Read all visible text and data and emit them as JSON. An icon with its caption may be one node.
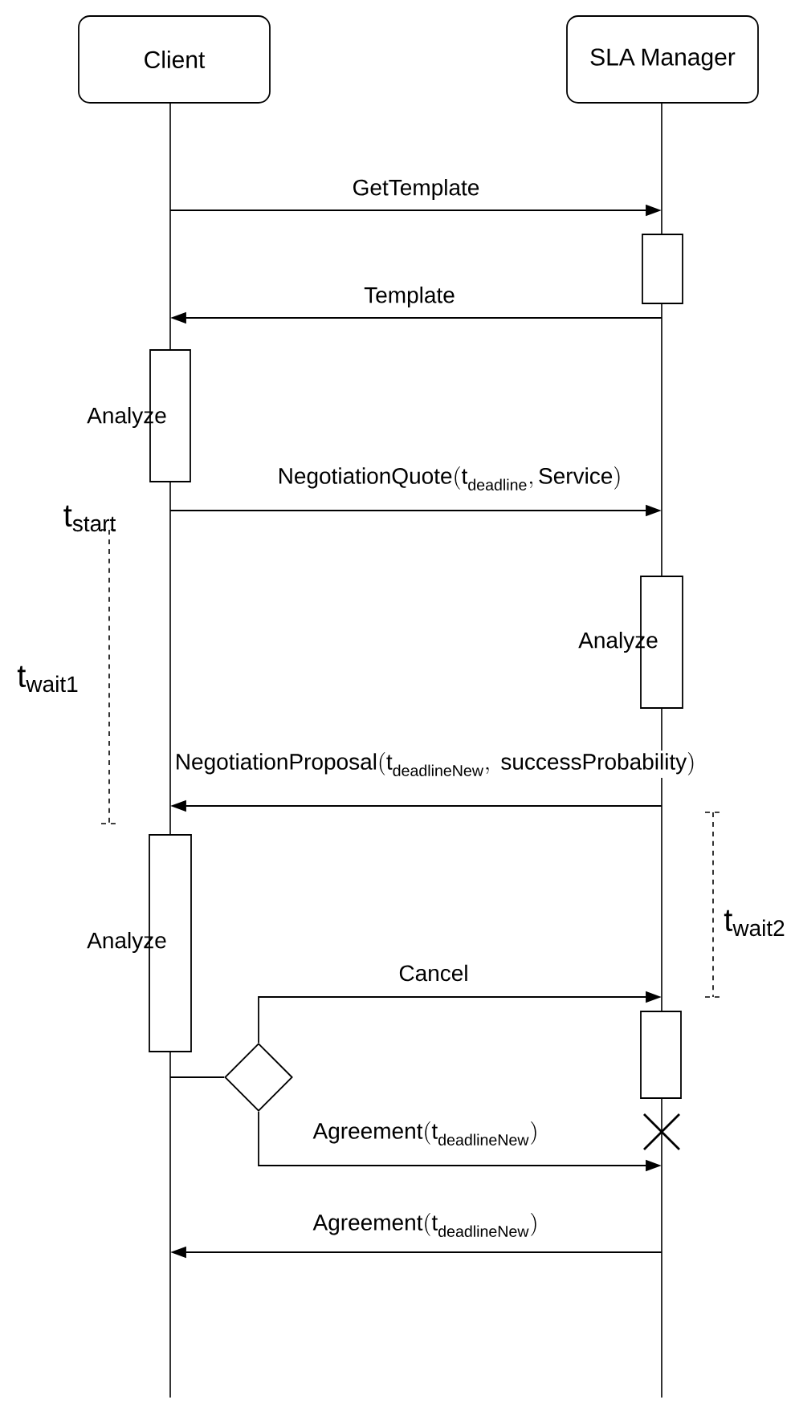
{
  "diagram": {
    "nodes": [
      {
        "text": [
          "Client"
        ]
      },
      {
        "text": [
          "SLA Manager"
        ]
      },
      {
        "text": [],
        "shape": "line"
      },
      {
        "text": [],
        "shape": "line"
      },
      {
        "text": [],
        "shape": "bar"
      },
      {
        "text": [],
        "shape": "bar",
        "beside": [
          "Analyze"
        ]
      },
      {
        "text": [],
        "shape": "bar",
        "beside": [
          "Analyze"
        ]
      },
      {
        "text": [],
        "shape": "bar",
        "beside": [
          "Analyze"
        ]
      },
      {
        "text": [],
        "shape": "diamond"
      },
      {
        "text": [],
        "shape": "bar"
      }
    ],
    "edges": [
      {
        "from": 2,
        "to": 3,
        "arrow": "to",
        "label": "GetTemplate"
      },
      {
        "from": 3,
        "to": 2,
        "arrow": "to",
        "label": "Template"
      },
      {
        "from": 2,
        "to": 3,
        "arrow": "to",
        "label": "\\mathrm{NegotiationQuote(t}_{\\mathrm{deadline}}\\mathrm{,Service)}"
      },
      {
        "from": 3,
        "to": 2,
        "arrow": "to",
        "label": "\\mathrm{NegotiationProposal(t}_{\\mathrm{deadlineNew}}\\mathrm{,\\ successProbability)}"
      },
      {
        "from": 2,
        "to": 8,
        "arrow": "none"
      },
      {
        "from": 8,
        "to": 3,
        "arrow": "to",
        "label": "Cancel"
      },
      {
        "from": 8,
        "to": 3,
        "arrow": "to",
        "label": "\\mathrm{Agreement(t}_{\\mathrm{deadlineNew}}\\mathrm{)}"
      },
      {
        "from": 3,
        "to": 2,
        "arrow": "to",
        "label": "\\mathrm{Agreement(t}_{\\mathrm{deadlineNew}}\\mathrm{)}"
      }
    ],
    "labels": [
      "\\mathrm{t}_{\\mathrm{start}}",
      "\\mathrm{t}_{\\mathrm{wait1}}",
      "\\mathrm{t}_{\\mathrm{wait2}}"
    ]
  }
}
